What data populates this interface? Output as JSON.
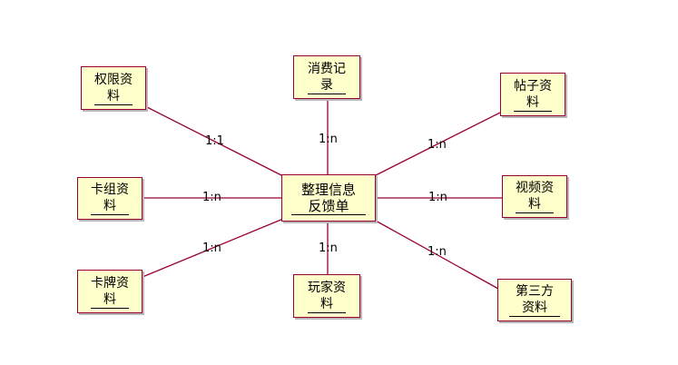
{
  "center": {
    "line1": "整理信息",
    "line2": "反馈单"
  },
  "entities": {
    "quanxian": {
      "line1": "权限资",
      "line2": "料"
    },
    "xiaofei": {
      "line1": "消费记",
      "line2": "录"
    },
    "tiezi": {
      "line1": "帖子资",
      "line2": "料"
    },
    "kazu": {
      "line1": "卡组资",
      "line2": "料"
    },
    "shipin": {
      "line1": "视频资",
      "line2": "料"
    },
    "kapai": {
      "line1": "卡牌资",
      "line2": "料"
    },
    "wanjia": {
      "line1": "玩家资",
      "line2": "料"
    },
    "disanfang": {
      "line1": "第三方",
      "line2": "资料"
    }
  },
  "relations": {
    "quanxian": "1:1",
    "xiaofei": "1:n",
    "tiezi": "1:n",
    "kazu": "1:n",
    "shipin": "1:n",
    "kapai": "1:n",
    "wanjia": "1:n",
    "disanfang": "1:n"
  },
  "colors": {
    "box_fill": "#ffffcc",
    "border": "#990033",
    "line": "#990033",
    "shadow": "#b8b8b8"
  }
}
